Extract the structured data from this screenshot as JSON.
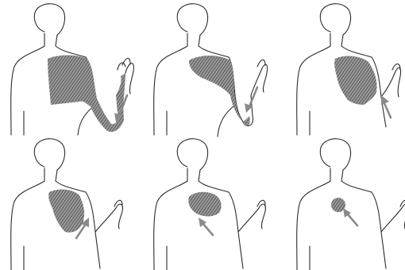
{
  "figure": {
    "panels": [
      {
        "id": "panel-1",
        "region": "whole-arm",
        "arrow_direction": "down"
      },
      {
        "id": "panel-2",
        "region": "upper-arm",
        "arrow_direction": "down"
      },
      {
        "id": "panel-3",
        "region": "shoulder-upper-arm",
        "arrow_direction": "up"
      },
      {
        "id": "panel-4",
        "region": "shoulder",
        "arrow_direction": "up"
      },
      {
        "id": "panel-5",
        "region": "shoulder-blade",
        "arrow_direction": "up"
      },
      {
        "id": "panel-6",
        "region": "spot",
        "arrow_direction": "up"
      }
    ],
    "colors": {
      "outline": "#2b2b2b",
      "shading": "#6f6f6f",
      "arrow": "#8a8a8a",
      "background": "#ffffff"
    }
  }
}
